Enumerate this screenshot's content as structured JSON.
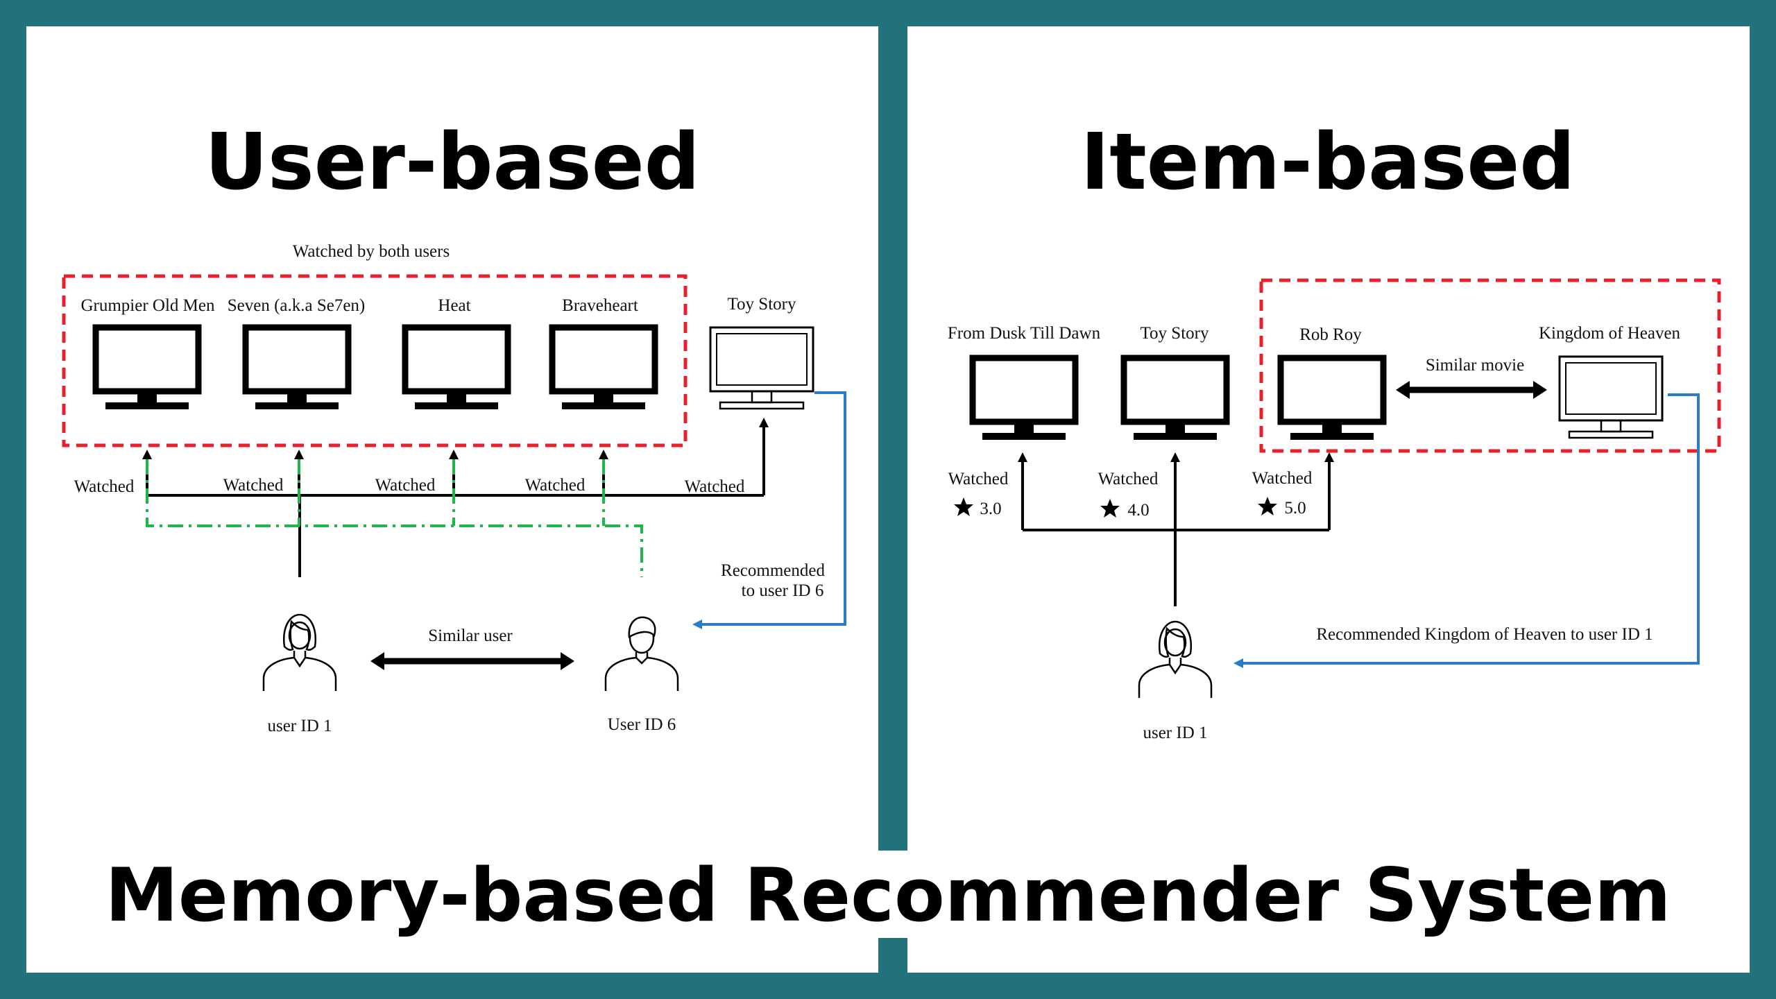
{
  "main_title": "Memory-based Recommender System",
  "user_based": {
    "title": "User-based",
    "group_label": "Watched by both users",
    "movies": [
      "Grumpier Old Men",
      "Seven (a.k.a Se7en)",
      "Heat",
      "Braveheart",
      "Toy Story"
    ],
    "watched_label": "Watched",
    "recommended_label_line1": "Recommended",
    "recommended_label_line2": "to user ID 6",
    "similar_user_label": "Similar user",
    "user1_label": "user ID 1",
    "user6_label": "User ID 6"
  },
  "item_based": {
    "title": "Item-based",
    "movies": [
      "From Dusk Till Dawn",
      "Toy Story",
      "Rob Roy",
      "Kingdom of Heaven"
    ],
    "similar_movie_label": "Similar movie",
    "watched_label": "Watched",
    "ratings": [
      "3.0",
      "4.0",
      "5.0"
    ],
    "recommended_label": "Recommended Kingdom of Heaven to user ID 1",
    "user_label": "user ID 1"
  },
  "colors": {
    "background": "#21727b",
    "panel": "#ffffff",
    "red_dash": "#e8202a",
    "green_dash": "#1fb54b",
    "blue_line": "#2a7cc4"
  },
  "icons": [
    "monitor-icon",
    "user-female-icon",
    "user-male-icon",
    "star-icon"
  ]
}
